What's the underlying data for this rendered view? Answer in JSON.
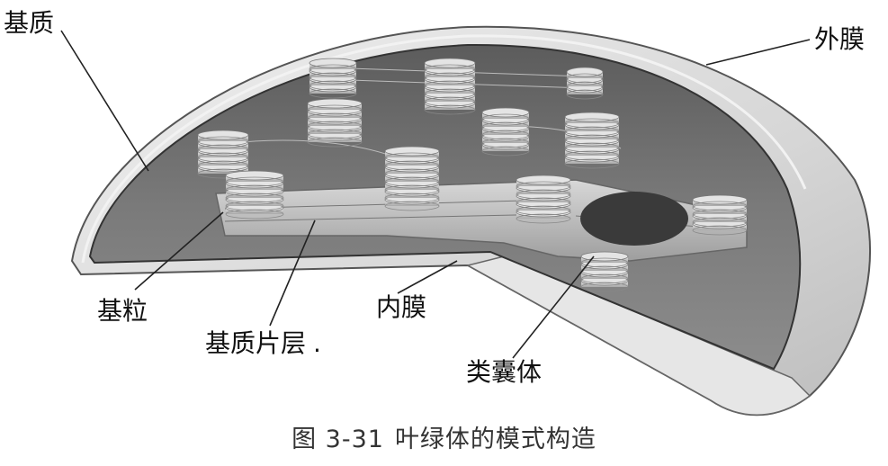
{
  "labels": {
    "matrix": "基质",
    "outer_membrane": "外膜",
    "granum": "基粒",
    "stroma_lamella": "基质片层",
    "lamella_dot": ".",
    "inner_membrane": "内膜",
    "thylakoid": "类囊体"
  },
  "caption": {
    "number": "图 3-31",
    "title": "叶绿体的模式构造"
  },
  "colors": {
    "outer_membrane": "#d9d9d9",
    "inner_space": "#6e6e6e",
    "thylakoid_disc": "#c9c9c9",
    "text": "#111111"
  }
}
